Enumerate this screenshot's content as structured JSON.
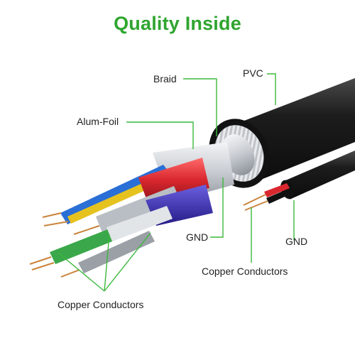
{
  "title": "Quality Inside",
  "labels": {
    "braid": "Braid",
    "pvc": "PVC",
    "alum_foil": "Alum-Foil",
    "gnd_main": "GND",
    "gnd_small": "GND",
    "copper_conductors_small": "Copper Conductors",
    "copper_conductors_main": "Copper Conductors"
  },
  "colors": {
    "title": "#2fa52f",
    "leader_line": "#3cb83c",
    "jacket": "#1a1a1a",
    "wire_red": "#d9272e",
    "wire_blue": "#2a6fd6",
    "wire_yellow": "#e6c21f",
    "wire_green": "#3aa84a",
    "wire_purple": "#3d2fb5",
    "foil": "#cfd3d8",
    "copper": "#c9843c"
  },
  "icons": {
    "cable": "coaxial-cable-cross-section-illustration"
  }
}
